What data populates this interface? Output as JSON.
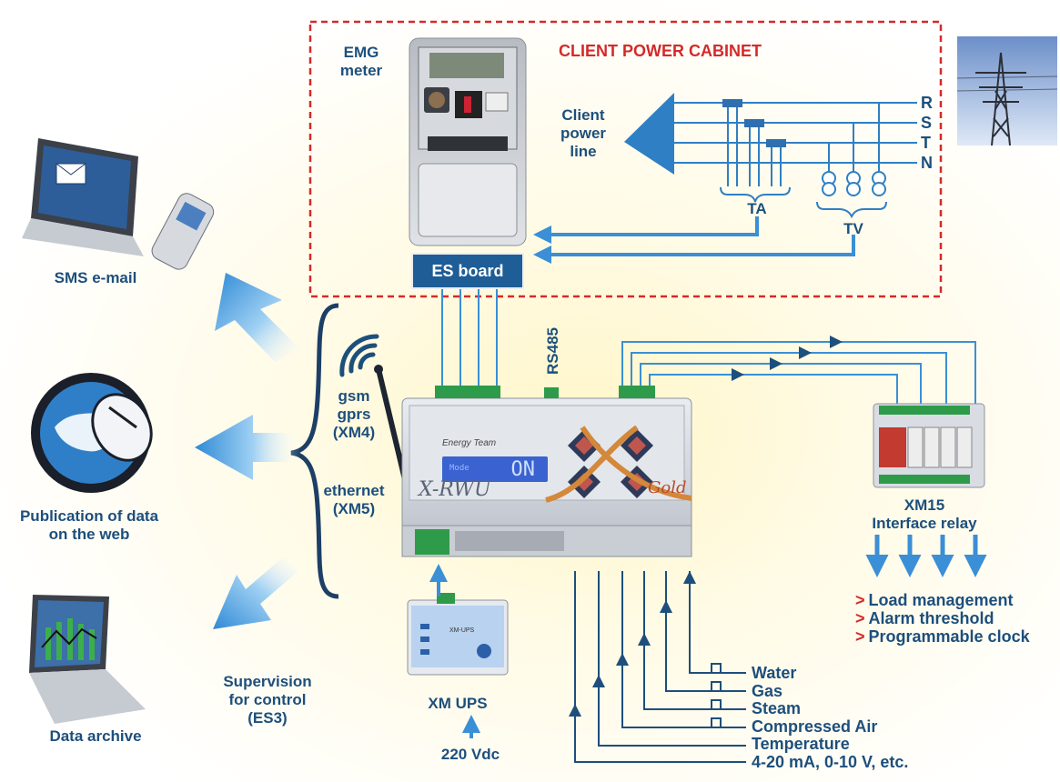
{
  "cabinet": {
    "title": "CLIENT POWER CABINET",
    "meter_label": "EMG\nmeter",
    "power_line_label": "Client\npower\nline",
    "phases": [
      "R",
      "S",
      "T",
      "N"
    ],
    "ta_label": "TA",
    "tv_label": "TV",
    "es_board_label": "ES board"
  },
  "left": {
    "sms_label": "SMS e-mail",
    "web_label": "Publication of data\non the web",
    "archive_label": "Data archive",
    "supervision_label": "Supervision\nfor control\n(ES3)"
  },
  "comms": {
    "gsm_label": "gsm\ngprs\n(XM4)",
    "ethernet_label": "ethernet\n(XM5)",
    "rs485_label": "RS485"
  },
  "device": {
    "brand": "Energy Team",
    "name": "X-RWU",
    "variant": "Gold",
    "display_value": "ON",
    "display_caption": "Mode"
  },
  "ups": {
    "label": "XM UPS",
    "input_label": "220 Vdc",
    "front_text": "XM-UPS"
  },
  "relay": {
    "label": "XM15\nInterface relay",
    "functions": [
      "Load management",
      "Alarm threshold",
      "Programmable clock"
    ]
  },
  "inputs": [
    "Water",
    "Gas",
    "Steam",
    "Compressed Air",
    "Temperature",
    "4-20 mA, 0-10 V, etc."
  ],
  "colors": {
    "accent": "#1d4f7c",
    "arrow": "#3a8fd6",
    "cabinet_border": "#d42a2a",
    "board": "#1f5d96"
  }
}
